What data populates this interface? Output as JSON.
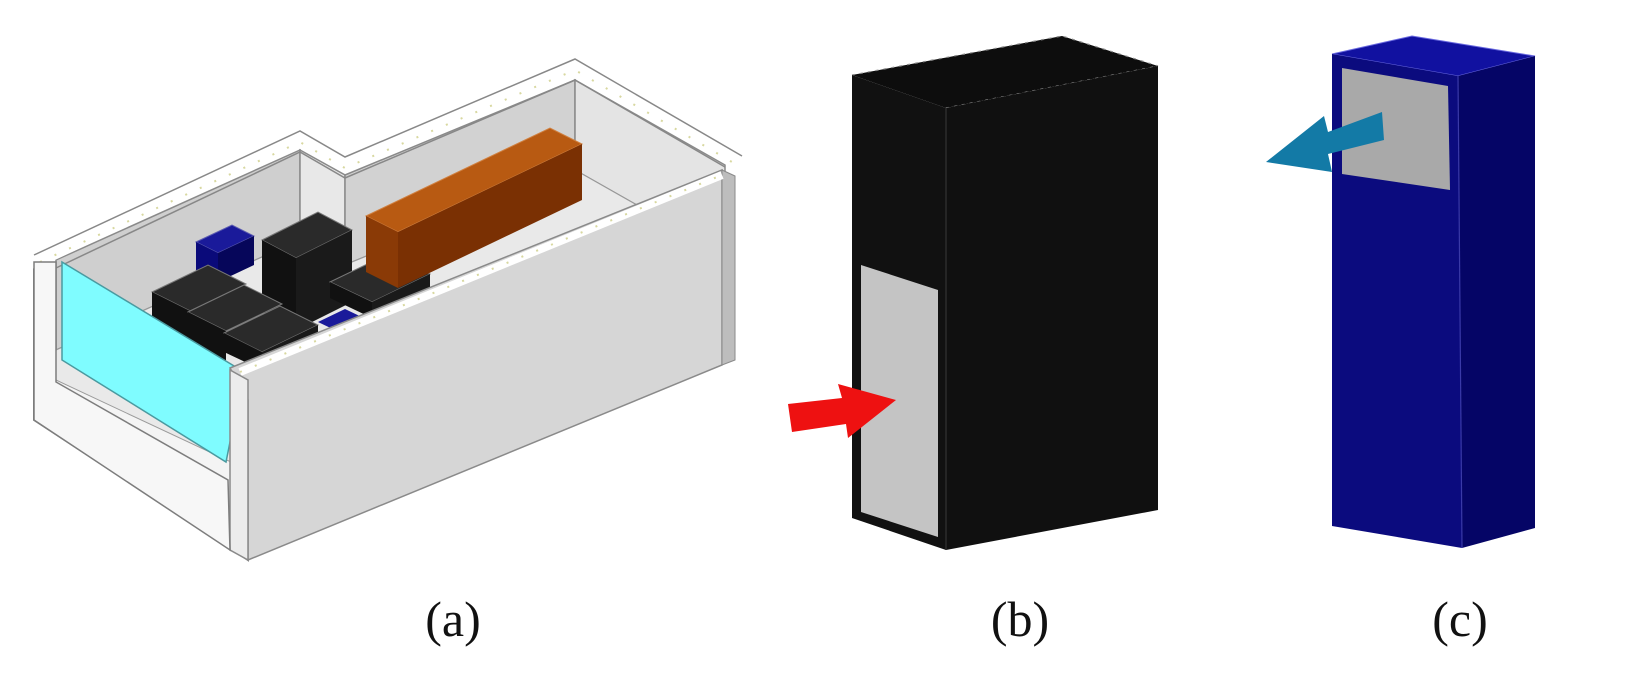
{
  "figure": {
    "panels": [
      {
        "id": "a",
        "label": "(a)"
      },
      {
        "id": "b",
        "label": "(b)"
      },
      {
        "id": "c",
        "label": "(c)"
      }
    ],
    "colors": {
      "wall": "#d6d6d6",
      "wall_light": "#ececec",
      "wall_outline": "#8a8a8a",
      "glass": "#7ffcff",
      "rack_black": "#111111",
      "rack_black_top": "#1e1e1e",
      "blue_box": "#0a0a7a",
      "blue_box_side": "#06065a",
      "orange_box": "#a84a06",
      "orange_box_side": "#7a3003",
      "vent_gray": "#c4c4c4",
      "vent_gray_c": "#a9a9a9",
      "cabinet_blue": "#0b0b7e",
      "cabinet_blue_side": "#050566",
      "arrow_red": "#ee1111",
      "arrow_teal": "#137aa6"
    },
    "icons": [
      "inflow-arrow-icon",
      "outflow-arrow-icon"
    ]
  }
}
